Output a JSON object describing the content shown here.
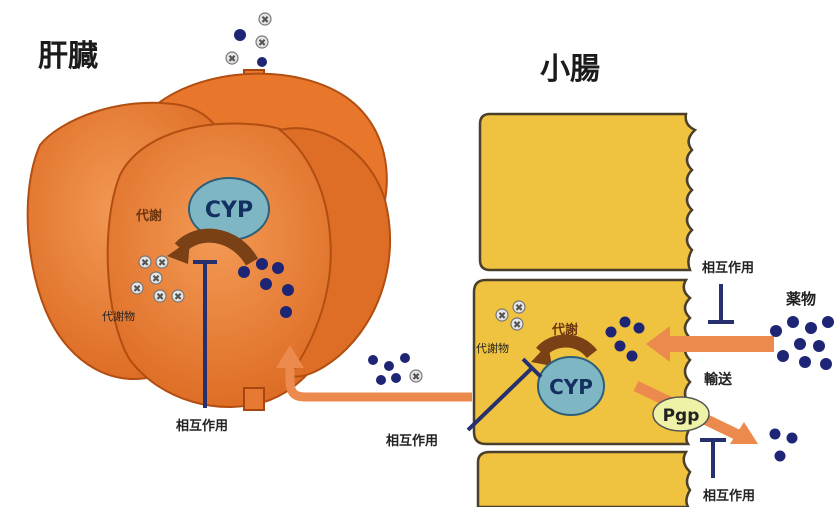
{
  "liver": {
    "title": "肝臓",
    "enzyme": "CYP",
    "metabolism": "代謝",
    "metabolite": "代謝物",
    "interaction": "相互作用"
  },
  "intestine": {
    "title": "小腸",
    "enzyme": "CYP",
    "metabolism": "代謝",
    "metabolite": "代謝物",
    "interaction_cyp": "相互作用",
    "interaction_uptake": "相互作用",
    "interaction_pgp": "相互作用",
    "drug": "薬物",
    "transport": "輸送",
    "transporter": "Pgp"
  },
  "colors": {
    "liver": "#e8772c",
    "liver_dark": "#b94d10",
    "intestine": "#efc23f",
    "intestine_dark": "#4a3f2a",
    "cyp": "#7fb6c3",
    "pgp": "#eef2a6",
    "drug": "#1e2575",
    "arrow": "#ec8a4e",
    "metabolism_arrow": "#7a4016",
    "inhibit": "#27306e"
  }
}
